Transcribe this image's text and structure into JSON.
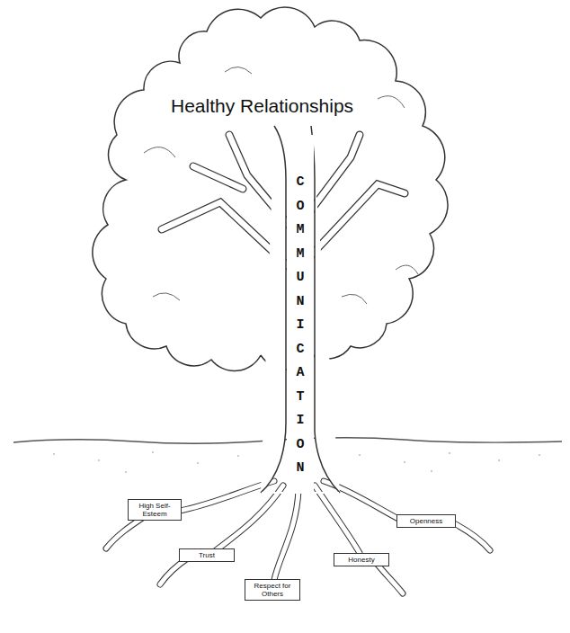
{
  "diagram": {
    "title": "Healthy Relationships",
    "nodes": [
      {
        "text": [
          "High Self-Esteem"
        ]
      },
      {
        "text": [
          "Openness"
        ]
      },
      {
        "text": [
          "Trust"
        ]
      },
      {
        "text": [
          "Honesty"
        ]
      },
      {
        "text": [
          "Respect for Others"
        ]
      }
    ],
    "labels": [
      "COMMUNICATION"
    ]
  }
}
